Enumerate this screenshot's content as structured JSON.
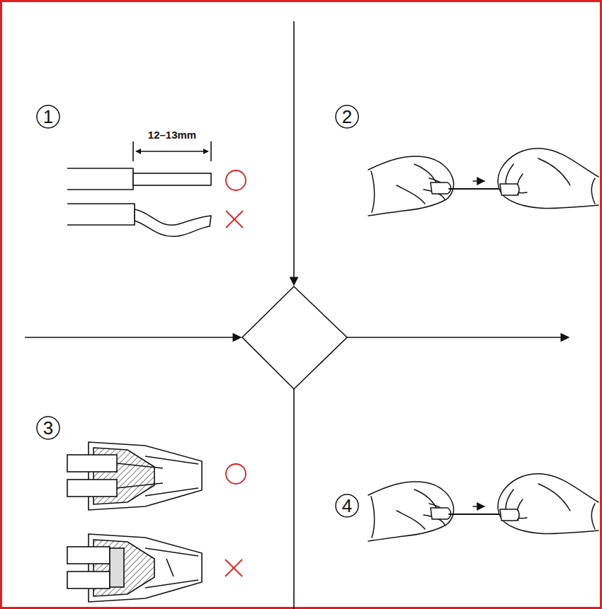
{
  "diagram": {
    "labels": [
      "1",
      "12–13mm",
      "2",
      "3",
      "4"
    ]
  }
}
